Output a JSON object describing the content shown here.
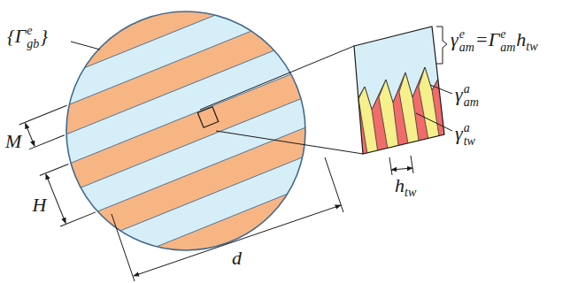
{
  "diagram": {
    "labels": [
      "{Γ",
      "e",
      "gb",
      "}",
      "M",
      "H",
      "d",
      "γ",
      "e",
      "am",
      "=Γ",
      "e",
      "am",
      "h",
      "tw",
      "γ",
      "a",
      "am",
      "γ",
      "a",
      "tw",
      "h",
      "tw"
    ]
  }
}
